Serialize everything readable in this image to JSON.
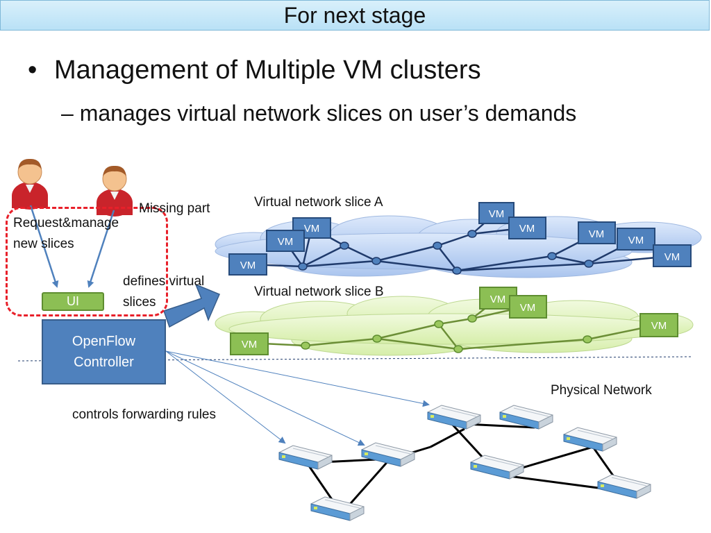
{
  "slide": {
    "title": "For next stage",
    "bullet_1": "Management of Multiple VM clusters",
    "bullet_2": "– manages virtual network slices on user’s demands"
  },
  "labels": {
    "missing_part": "Missing part",
    "request_manage": "Request&manage",
    "new_slices": "new slices",
    "defines_virtual": "defines virtual",
    "slices": "slices",
    "slice_a": "Virtual network slice A",
    "slice_b": "Virtual network slice B",
    "physical_network": "Physical Network",
    "controls_forwarding": "controls forwarding rules"
  },
  "boxes": {
    "ui": "UI",
    "controller_line1": "OpenFlow",
    "controller_line2": "Controller"
  },
  "vm_label": "VM",
  "colors": {
    "title_bg": "#c6e7f8",
    "slice_a_cloud": "#c5d9f5",
    "slice_a_vm": "#4f81bd",
    "slice_b_cloud": "#e6f5c8",
    "slice_b_vm": "#8cbf54",
    "controller": "#4f81bd",
    "missing_part_border": "#e8202a",
    "arrow": "#4f81bd"
  }
}
